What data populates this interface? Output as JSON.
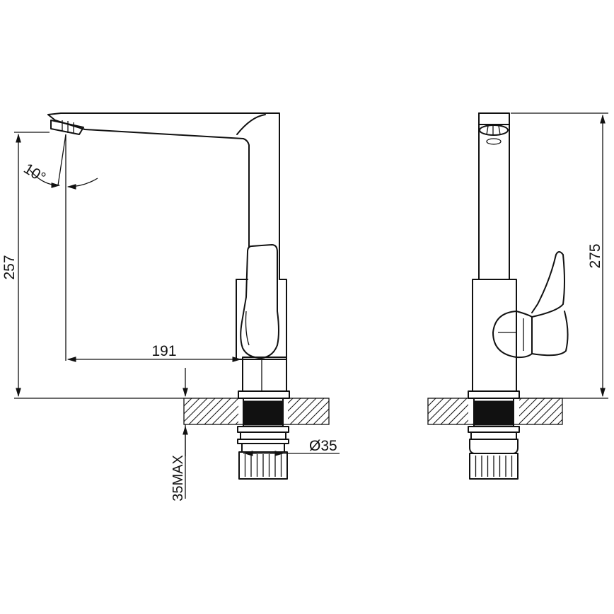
{
  "dimensions": {
    "spout_angle": "10°",
    "reach": "191",
    "height_front": "257",
    "height_side": "275",
    "hole_diameter": "Ø35",
    "counter_max": "35MAX"
  },
  "colors": {
    "line": "#111111",
    "background": "#ffffff"
  }
}
